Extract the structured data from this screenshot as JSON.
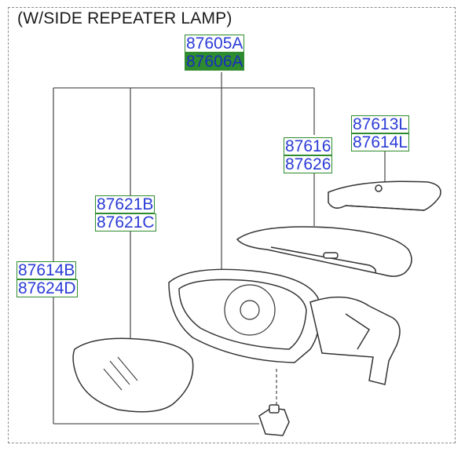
{
  "diagram": {
    "title": "(W/SIDE REPEATER LAMP)",
    "part_numbers": [
      {
        "id": "87605A",
        "highlighted": false
      },
      {
        "id": "87606A",
        "highlighted": true
      },
      {
        "id": "87613L",
        "highlighted": false
      },
      {
        "id": "87614L",
        "highlighted": false
      },
      {
        "id": "87616",
        "highlighted": false
      },
      {
        "id": "87626",
        "highlighted": false
      },
      {
        "id": "87621B",
        "highlighted": false
      },
      {
        "id": "87621C",
        "highlighted": false
      },
      {
        "id": "87614B",
        "highlighted": false
      },
      {
        "id": "87624D",
        "highlighted": false
      }
    ]
  },
  "colors": {
    "label_text": "#2a3bd6",
    "label_border": "#2e8b2e",
    "highlight_fill": "#2e8b2e",
    "line": "#555555"
  }
}
